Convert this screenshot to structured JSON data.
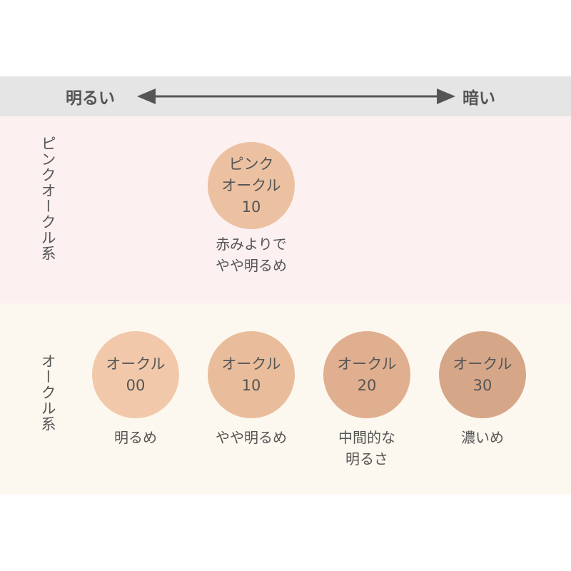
{
  "header": {
    "left_label": "明るい",
    "right_label": "暗い"
  },
  "rows": [
    {
      "label": "ピンクオークル系",
      "items": [
        {
          "line1": "ピンク",
          "line2": "オークル",
          "line3": "10",
          "desc1": "赤みよりで",
          "desc2": "やや明るめ",
          "color": "#ecc1a2"
        }
      ]
    },
    {
      "label": "オークル系",
      "items": [
        {
          "line1": "オークル",
          "line2": "00",
          "desc1": "明るめ",
          "desc2": "",
          "color": "#f1c9aa"
        },
        {
          "line1": "オークル",
          "line2": "10",
          "desc1": "やや明るめ",
          "desc2": "",
          "color": "#e9bd9b"
        },
        {
          "line1": "オークル",
          "line2": "20",
          "desc1": "中間的な",
          "desc2": "明るさ",
          "color": "#e0af90"
        },
        {
          "line1": "オークル",
          "line2": "30",
          "desc1": "濃いめ",
          "desc2": "",
          "color": "#d6a689"
        }
      ]
    }
  ]
}
